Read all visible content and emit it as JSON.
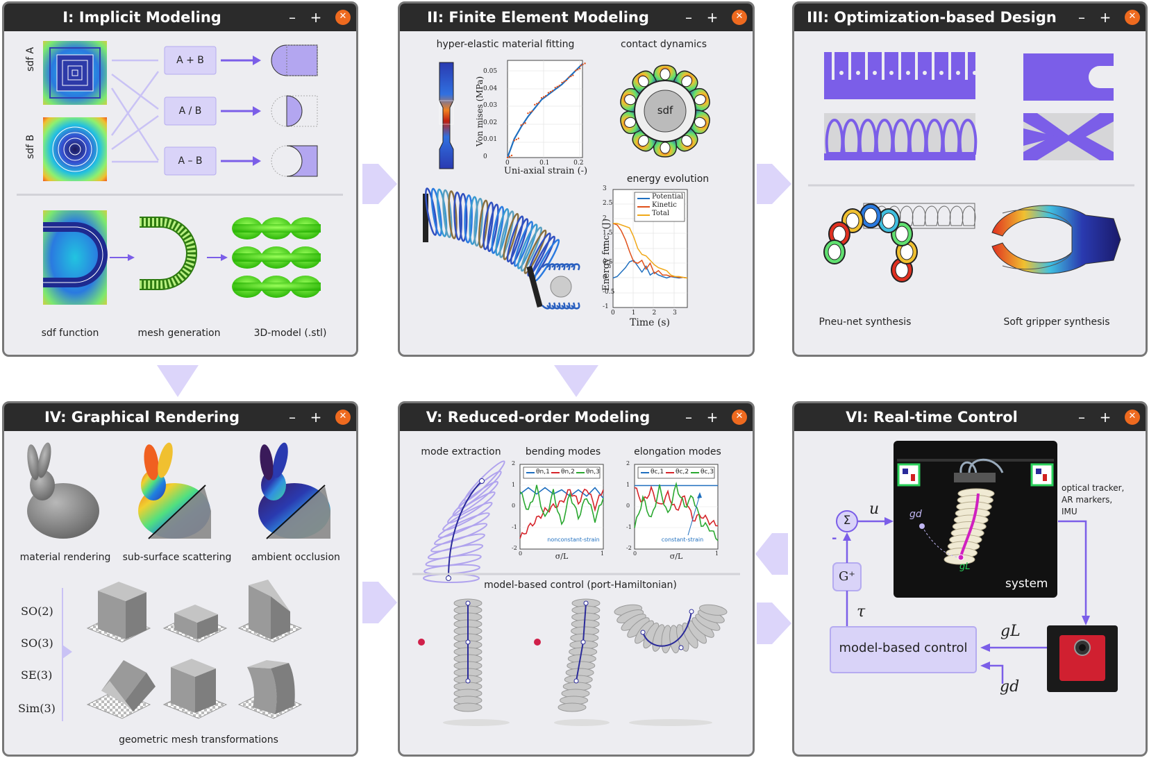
{
  "colors": {
    "accent": "#7b5ee8",
    "accent_light": "#c9c2f5",
    "box_fill": "#d9d3f8",
    "titlebar": "#2b2b2b",
    "close": "#ee6a1f",
    "panel_bg": "#ededf1"
  },
  "window_controls": {
    "minimize": "–",
    "maximize": "+",
    "close": "✕"
  },
  "panels": {
    "p1": {
      "title": "I: Implicit Modeling",
      "sdf_a": "sdf A",
      "sdf_b": "sdf B",
      "op_add": "A + B",
      "op_div": "A / B",
      "op_sub": "A – B",
      "cap1": "sdf function",
      "cap2": "mesh generation",
      "cap3": "3D-model (.stl)"
    },
    "p2": {
      "title": "II: Finite Element Modeling",
      "hyper": "hyper-elastic material fitting",
      "contact": "contact dynamics",
      "sdf": "sdf",
      "energy": "energy evolution",
      "chart1_ylabel": "Von mises (MPa)",
      "chart1_xlabel": "Uni-axial strain (-)",
      "chart2_ylabel": "Energy func. (J)",
      "chart2_xlabel": "Time (s)",
      "chart1_yticks": [
        "0",
        "0.01",
        "0.02",
        "0.03",
        "0.04",
        "0.05"
      ],
      "chart1_xticks": [
        "0",
        "0.1",
        "0.2"
      ],
      "chart2_yticks": [
        "-1",
        "-0.5",
        "0",
        "0.5",
        "1",
        "1.5",
        "2",
        "2.5",
        "3"
      ],
      "chart2_xticks": [
        "0",
        "1",
        "2",
        "3"
      ]
    },
    "p3": {
      "title": "III: Optimization-based Design",
      "cap1": "Pneu-net synthesis",
      "cap2": "Soft gripper synthesis"
    },
    "p4": {
      "title": "IV: Graphical Rendering",
      "cap1": "material rendering",
      "cap2": "sub-surface scattering",
      "cap3": "ambient occlusion",
      "groups": [
        "SO(2)",
        "SO(3)",
        "SE(3)",
        "Sim(3)"
      ],
      "mesh_caption": "geometric mesh transformations"
    },
    "p5": {
      "title": "V: Reduced-order Modeling",
      "mode_extraction": "mode extraction",
      "bending": "bending modes",
      "elongation": "elongation modes",
      "model_control": "model-based control (port-Hamiltonian)",
      "nonconstant": "nonconstant-strain",
      "constant": "constant-strain",
      "yticks": [
        "2",
        "1",
        "0",
        "-1",
        "-2"
      ],
      "xticks": [
        "0",
        "1"
      ],
      "xlabel": "σ/L",
      "bend_legend": [
        "θn,1",
        "θn,2",
        "θn,3"
      ],
      "elong_legend": [
        "θc,1",
        "θc,2",
        "θc,3"
      ]
    },
    "p6": {
      "title": "VI: Real-time Control",
      "sum": "Σ",
      "u": "u",
      "minus": "-",
      "gplus": "G⁺",
      "tau": "τ",
      "gd": "gd",
      "gL": "gL",
      "system": "system",
      "tracker": "optical tracker,\nAR markers,\nIMU",
      "controller": "model-based control",
      "gL_out": "gL",
      "gd_in": "gd"
    }
  },
  "chart_data": [
    {
      "type": "scatter",
      "title": "hyper-elastic material fitting",
      "xlabel": "Uni-axial strain (-)",
      "ylabel": "Von mises (MPa)",
      "xlim": [
        0,
        0.22
      ],
      "ylim": [
        0,
        0.057
      ],
      "series": [
        {
          "x": [
            0,
            0.02,
            0.04,
            0.06,
            0.08,
            0.1,
            0.12,
            0.14,
            0.16,
            0.18,
            0.2,
            0.215
          ],
          "y": [
            0,
            0.01,
            0.019,
            0.026,
            0.031,
            0.035,
            0.038,
            0.041,
            0.044,
            0.047,
            0.051,
            0.054
          ]
        },
        {
          "x": [
            0,
            0.02,
            0.04,
            0.06,
            0.08,
            0.1,
            0.12,
            0.14,
            0.16,
            0.18,
            0.2,
            0.22
          ],
          "y": [
            0,
            0.011,
            0.018,
            0.024,
            0.029,
            0.034,
            0.037,
            0.04,
            0.043,
            0.047,
            0.051,
            0.055
          ]
        }
      ]
    },
    {
      "type": "line",
      "title": "energy evolution",
      "xlabel": "Time (s)",
      "ylabel": "Energy func. (J)",
      "xlim": [
        0,
        3.6
      ],
      "ylim": [
        -1,
        3
      ],
      "series": [
        {
          "name": "Potential",
          "x": [
            0,
            0.2,
            0.4,
            0.6,
            0.8,
            1.0,
            1.2,
            1.4,
            1.6,
            1.8,
            2.0,
            2.2,
            2.4,
            2.6,
            2.8,
            3.0,
            3.2,
            3.4,
            3.6
          ],
          "y": [
            0,
            0.05,
            0.2,
            0.35,
            0.55,
            0.6,
            0.4,
            0.2,
            0.4,
            0.1,
            0.2,
            0.1,
            0.05,
            0.0,
            0.05,
            0.02,
            0.0,
            0.02,
            0.0
          ]
        },
        {
          "name": "Kinetic",
          "x": [
            0,
            0.2,
            0.4,
            0.6,
            0.8,
            1.0,
            1.2,
            1.4,
            1.6,
            1.8,
            2.0,
            2.2,
            2.4,
            2.6,
            2.8,
            3.0,
            3.2,
            3.4,
            3.6
          ],
          "y": [
            1.85,
            1.8,
            1.6,
            1.3,
            0.9,
            0.55,
            0.5,
            0.6,
            0.3,
            0.5,
            0.15,
            0.25,
            0.1,
            0.1,
            0.05,
            0.05,
            0.02,
            0.02,
            0.0
          ]
        },
        {
          "name": "Total",
          "x": [
            0,
            0.2,
            0.4,
            0.6,
            0.8,
            1.0,
            1.2,
            1.4,
            1.6,
            1.8,
            2.0,
            2.2,
            2.4,
            2.6,
            2.8,
            3.0,
            3.2,
            3.4,
            3.6
          ],
          "y": [
            1.85,
            1.85,
            1.8,
            1.75,
            1.7,
            1.4,
            1.0,
            0.8,
            0.75,
            0.6,
            0.45,
            0.35,
            0.3,
            0.25,
            0.1,
            0.05,
            0.05,
            0.02,
            0.0
          ]
        }
      ],
      "legend": "top-right"
    },
    {
      "type": "line",
      "title": "bending modes",
      "xlabel": "σ/L",
      "xlim": [
        0,
        1
      ],
      "ylim": [
        -2,
        2
      ],
      "series": [
        {
          "name": "θn,1",
          "x": [
            0,
            0.1,
            0.2,
            0.3,
            0.4,
            0.5,
            0.6,
            0.7,
            0.8,
            0.9,
            1.0
          ],
          "y": [
            0.6,
            0.9,
            0.6,
            0.9,
            0.6,
            0.8,
            0.5,
            0.8,
            0.5,
            0.9,
            0.4
          ]
        },
        {
          "name": "θn,2",
          "x": [
            0,
            0.1,
            0.2,
            0.3,
            0.4,
            0.5,
            0.6,
            0.7,
            0.8,
            0.9,
            1.0
          ],
          "y": [
            -1.5,
            -1.0,
            -0.6,
            -0.2,
            0.0,
            0.2,
            0.8,
            0.2,
            0.9,
            0.0,
            0.8
          ]
        },
        {
          "name": "θn,3",
          "x": [
            0,
            0.1,
            0.2,
            0.3,
            0.4,
            0.5,
            0.6,
            0.7,
            0.8,
            0.9,
            1.0
          ],
          "y": [
            0.7,
            -0.2,
            0.9,
            -0.6,
            0.7,
            -0.9,
            0.6,
            -0.5,
            0.5,
            -0.6,
            0.4
          ]
        }
      ]
    },
    {
      "type": "line",
      "title": "elongation modes",
      "xlabel": "σ/L",
      "xlim": [
        0,
        1
      ],
      "ylim": [
        -2,
        2
      ],
      "series": [
        {
          "name": "θc,1",
          "x": [
            0,
            0.1,
            0.2,
            0.3,
            0.4,
            0.5,
            0.6,
            0.7,
            0.8,
            0.9,
            1.0
          ],
          "y": [
            1,
            1,
            1,
            1,
            1,
            1,
            1,
            1,
            1,
            1,
            1
          ]
        },
        {
          "name": "θc,2",
          "x": [
            0,
            0.1,
            0.2,
            0.3,
            0.4,
            0.5,
            0.6,
            0.7,
            0.8,
            0.9,
            1.0
          ],
          "y": [
            0.9,
            0.2,
            0.8,
            0.0,
            0.6,
            -0.2,
            0.5,
            -0.6,
            -0.4,
            -0.7,
            -0.9
          ]
        },
        {
          "name": "θc,3",
          "x": [
            0,
            0.1,
            0.2,
            0.3,
            0.4,
            0.5,
            0.6,
            0.7,
            0.8,
            0.9,
            1.0
          ],
          "y": [
            -1.0,
            0.4,
            -0.6,
            0.9,
            -0.4,
            1.0,
            0.0,
            0.5,
            -0.8,
            -1.0,
            -1.6
          ]
        }
      ]
    }
  ]
}
